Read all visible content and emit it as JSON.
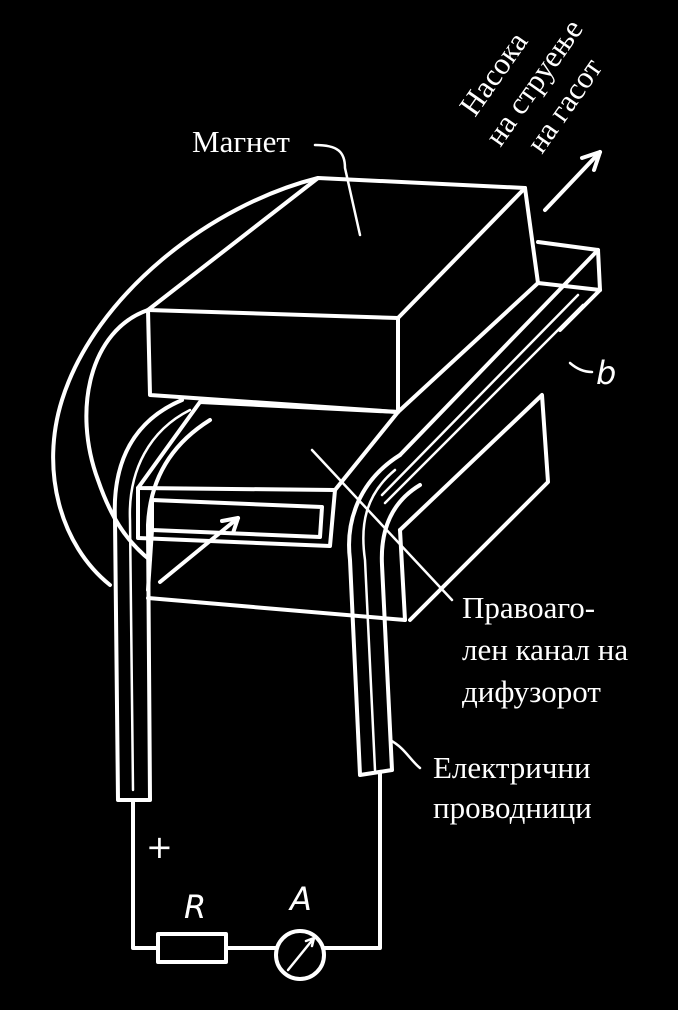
{
  "labels": {
    "magnet": "Магнет",
    "flow_line1": "Насока",
    "flow_line2": "на струење",
    "flow_line3": "на гасот",
    "b": "b",
    "channel_line1": "Правоаго-",
    "channel_line2": "лен канал на",
    "channel_line3": "дифузорот",
    "wires_line1": "Електрични",
    "wires_line2": "проводници",
    "plus": "+",
    "resistor": "R",
    "ammeter": "A"
  },
  "colors": {
    "background": "#000000",
    "lines": "#ffffff"
  }
}
